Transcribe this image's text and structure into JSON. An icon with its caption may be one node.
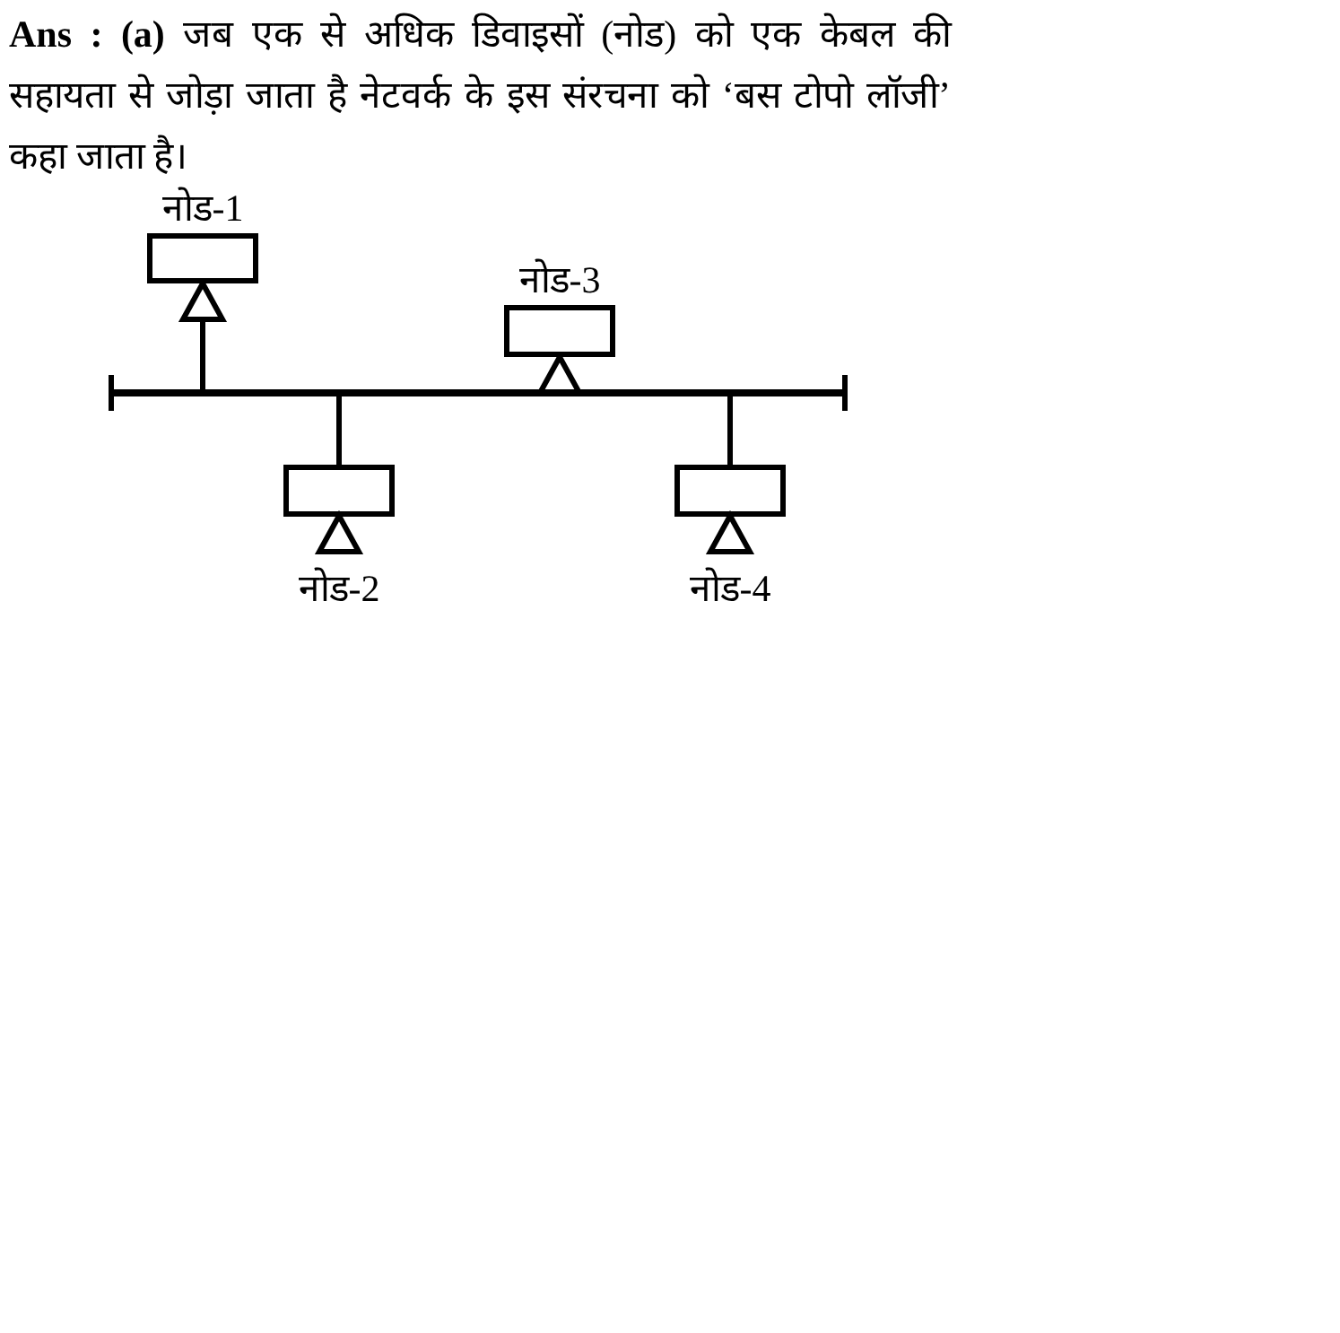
{
  "diagram": {
    "nodes": [
      {
        "text": [
          "नोड-1"
        ]
      },
      {
        "text": [
          "नोड-3"
        ]
      },
      {
        "text": [],
        "shape": "bar"
      },
      {
        "text": [
          "नोड-2"
        ]
      },
      {
        "text": [
          "नोड-4"
        ]
      }
    ],
    "edges": [
      {
        "from": 2,
        "to": 0,
        "arrow": "to"
      },
      {
        "from": 2,
        "to": 1,
        "arrow": "to"
      },
      {
        "from": 2,
        "to": 3,
        "arrow": "none"
      },
      {
        "from": 2,
        "to": 4,
        "arrow": "none"
      }
    ],
    "labels": [
      "**Ans :** **(a)** जब एक से अधिक डिवाइसों (नोड) को एक केबल की सहायता से जोड़ा जाता है नेटवर्क के इस संरचना को ‘बस टोपो लॉजी’ कहा जाता है।"
    ]
  }
}
